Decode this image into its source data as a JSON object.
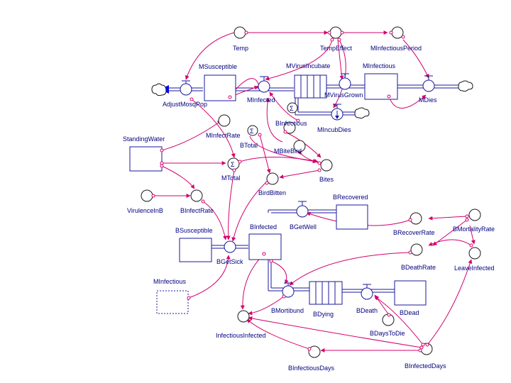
{
  "diagram": {
    "labels": {
      "temp": "Temp",
      "temp_effect": "TempEffect",
      "m_infectious_period": "MInfectiousPeriod",
      "m_susceptible": "MSusceptible",
      "m_virus_incubate": "MVirusIncubate",
      "m_infectious": "MInfectious",
      "adjust_mosq_pop": "AdjustMosqPop",
      "m_infected": "MInfected",
      "m_virus_grown": "MVirusGrown",
      "m_dies": "MDies",
      "b_infectious": "BInfectious",
      "m_infect_rate": "MInfectRate",
      "m_incub_dies": "MIncubDies",
      "standing_water": "StandingWater",
      "b_total": "BTotal",
      "m_bite_bird": "MBiteBird",
      "m_total": "MTotal",
      "bites": "Bites",
      "bird_bitten": "BirdBitten",
      "virulence_in_b": "VirulenceInB",
      "b_infect_rate": "BInfectRate",
      "b_recovered": "BRecovered",
      "b_susceptible": "BSusceptible",
      "b_infected": "BInfected",
      "b_get_well": "BGetWell",
      "b_recover_rate": "BRecoverRate",
      "b_mortality_rate": "BMortalityRate",
      "b_get_sick": "BGetSick",
      "b_death_rate": "BDeathRate",
      "leave_infected": "LeaveInfected",
      "m_infectious_ghost": "MInfectious",
      "b_mortibund": "BMortibund",
      "b_dying": "BDying",
      "b_death": "BDeath",
      "b_dead": "BDead",
      "b_days_to_die": "BDaysToDie",
      "infectious_infected": "InfectiousInfected",
      "b_infected_days": "BInfectedDays",
      "b_infectious_days": "BInfectiousDays",
      "sigma": "Σ"
    },
    "colors": {
      "stock_stroke": "#1a1a9e",
      "connector": "#d4006e",
      "label": "#000080",
      "outflow_arrow": "#0000ff"
    }
  }
}
